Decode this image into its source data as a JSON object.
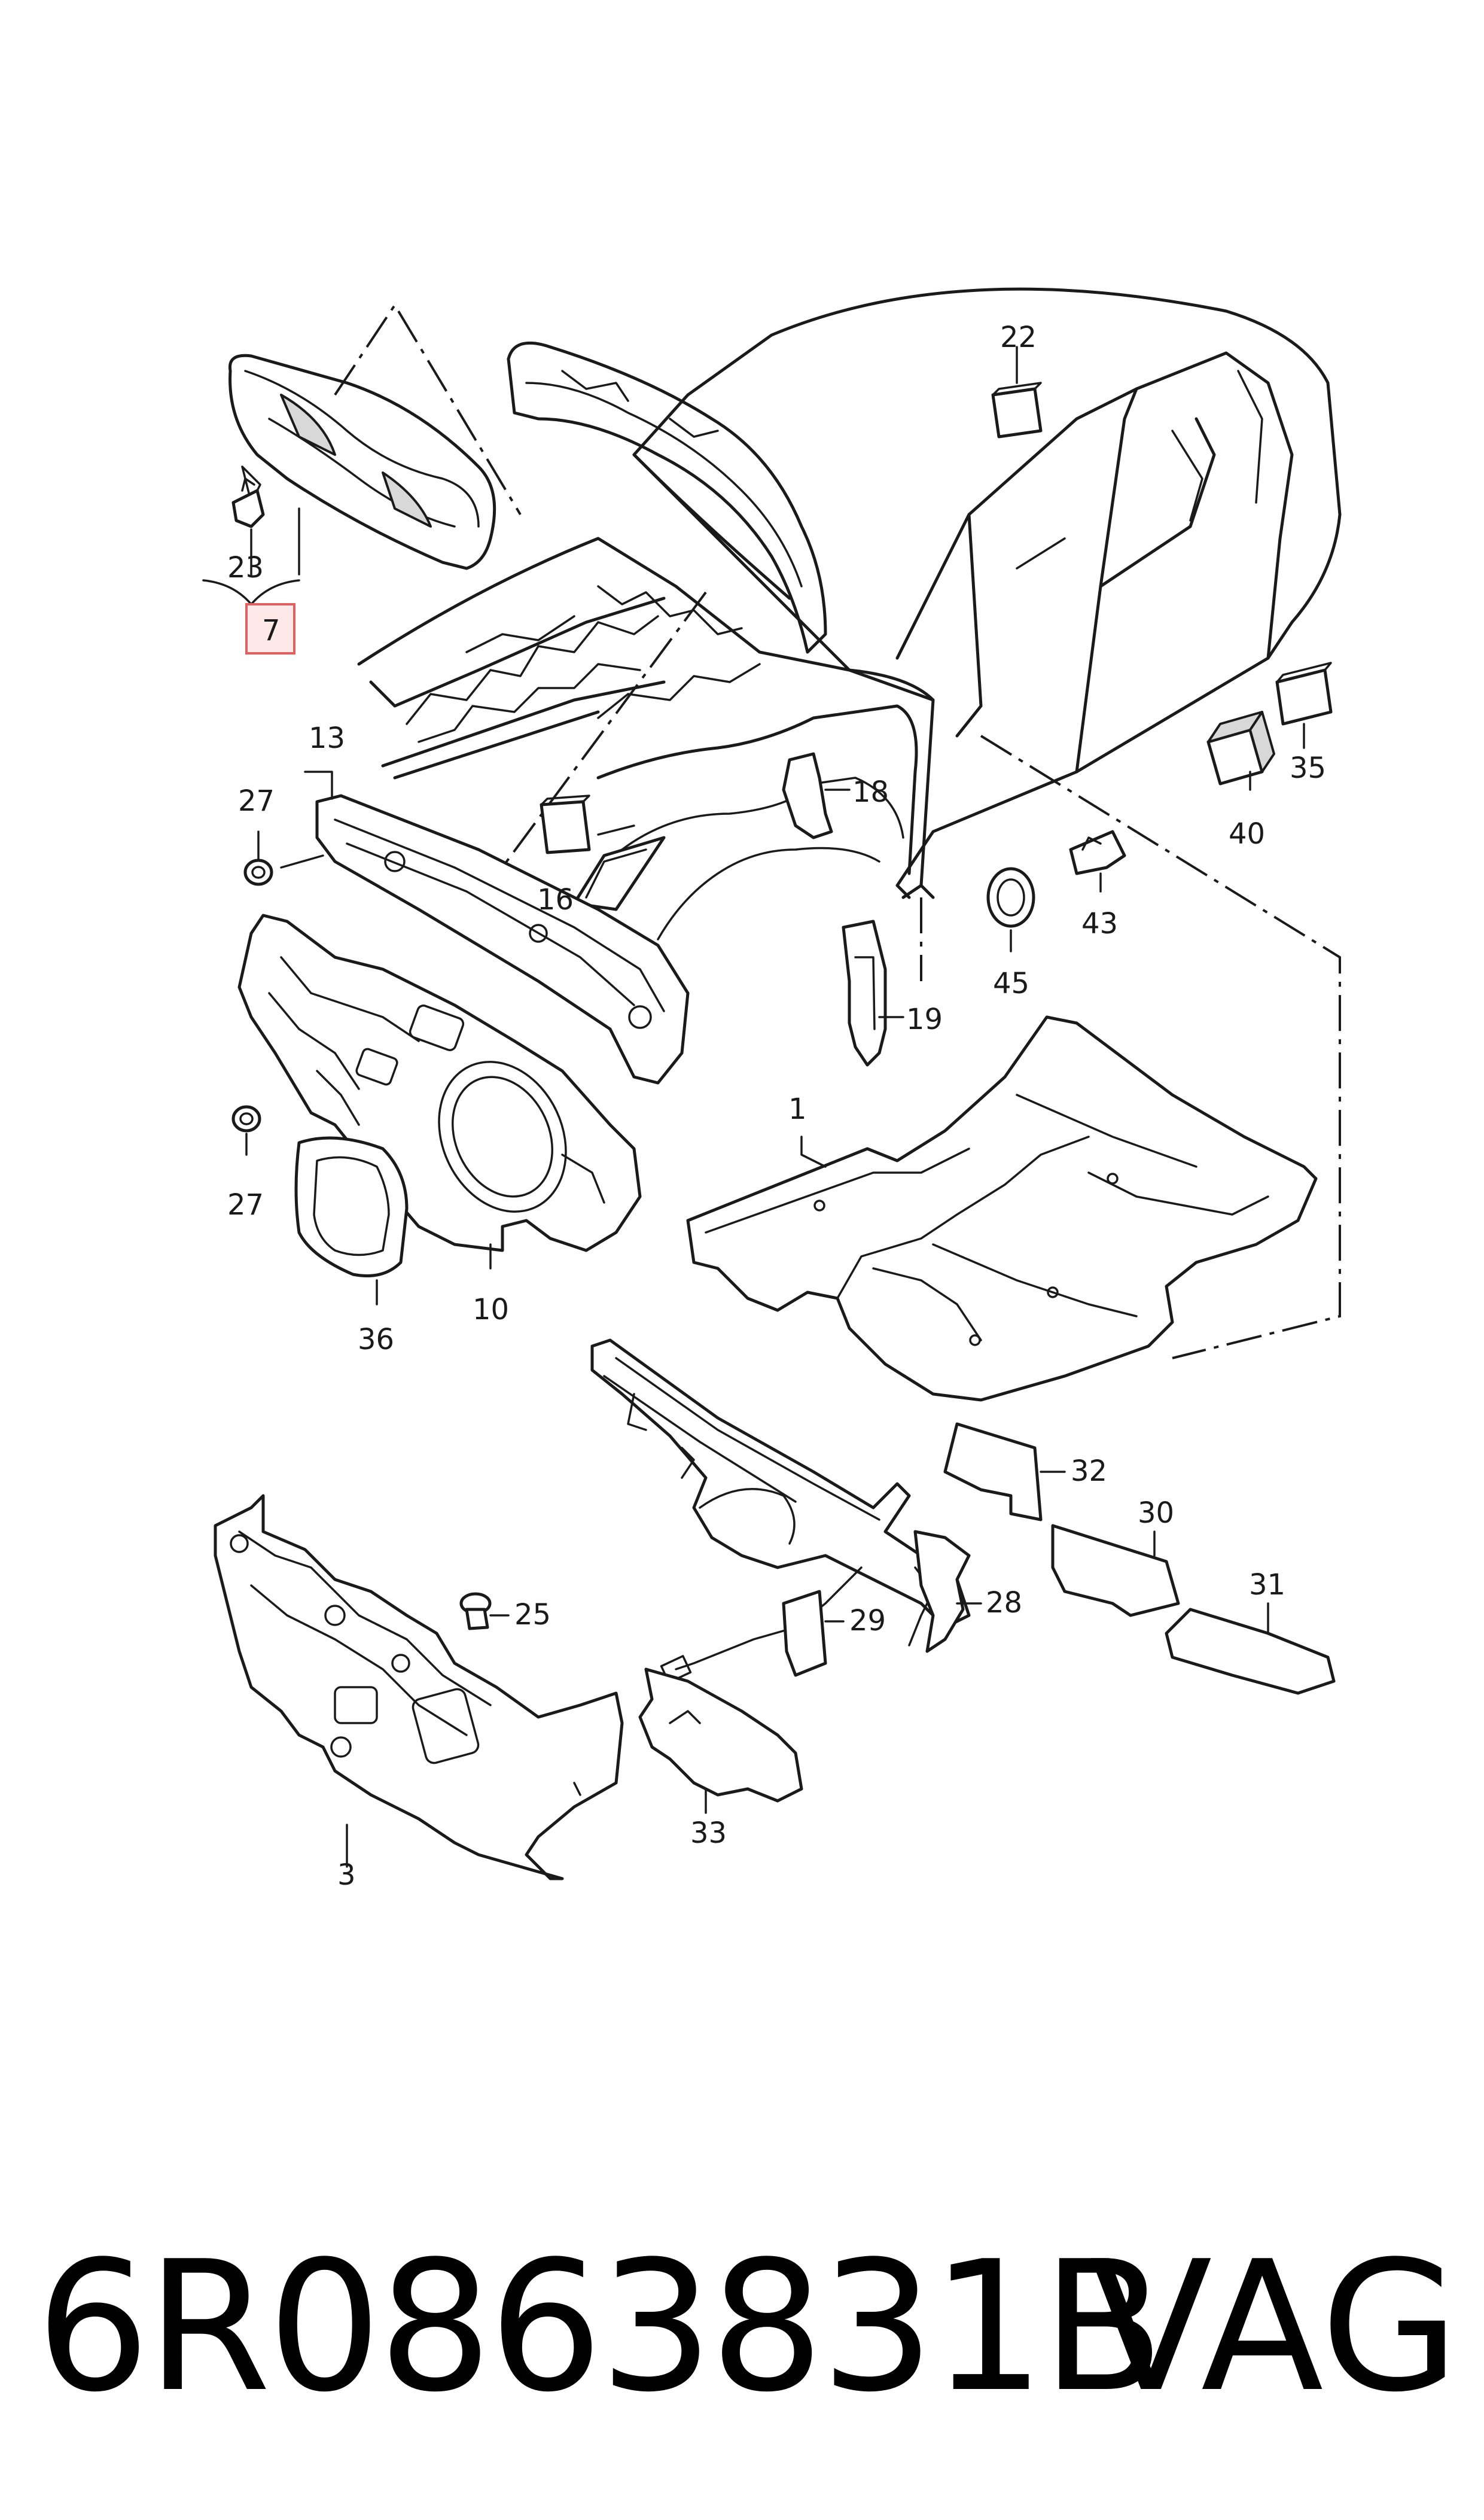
{
  "callouts": {
    "c1": "1",
    "c3": "3",
    "c7": "7",
    "c10": "10",
    "c13": "13",
    "c16": "16",
    "c18": "18",
    "c19": "19",
    "c22": "22",
    "c23": "23",
    "c25": "25",
    "c27a": "27",
    "c27b": "27",
    "c28": "28",
    "c29": "29",
    "c30": "30",
    "c31": "31",
    "c32": "32",
    "c33": "33",
    "c35": "35",
    "c36": "36",
    "c40": "40",
    "c43": "43",
    "c45": "45"
  },
  "highlighted_callout": "7",
  "footer": {
    "part_number": "6R0863831B",
    "brand": "VAG"
  },
  "colors": {
    "line": "#1a1a1a",
    "highlight_fill": "#ffe8e8",
    "highlight_border": "#e06060"
  }
}
